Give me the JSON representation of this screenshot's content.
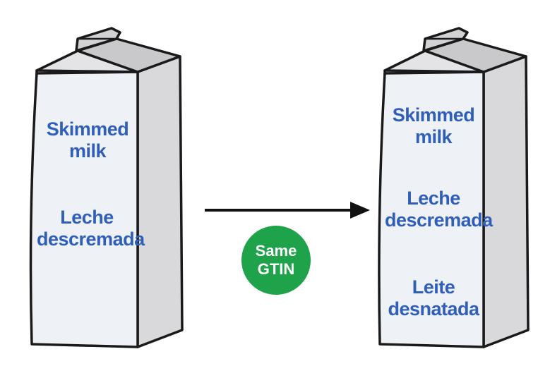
{
  "left_carton": {
    "labels": [
      "Skimmed milk",
      "Leche descremada"
    ],
    "lines": [
      [
        "Skimmed",
        "milk"
      ],
      [
        "Leche",
        "descremada"
      ]
    ]
  },
  "right_carton": {
    "labels": [
      "Skimmed milk",
      "Leche descremada",
      "Leite desnatada"
    ],
    "lines": [
      [
        "Skimmed",
        "milk"
      ],
      [
        "Leche",
        "descremada"
      ],
      [
        "Leite",
        "desnatada"
      ]
    ]
  },
  "badge": {
    "line1": "Same",
    "line2": "GTIN"
  },
  "colors": {
    "label_text": "#2f5fb8",
    "badge": "#1ea34a",
    "carton_face": "#eef1f6",
    "carton_side": "#d6d6d8",
    "outline": "#1a1a1a"
  }
}
